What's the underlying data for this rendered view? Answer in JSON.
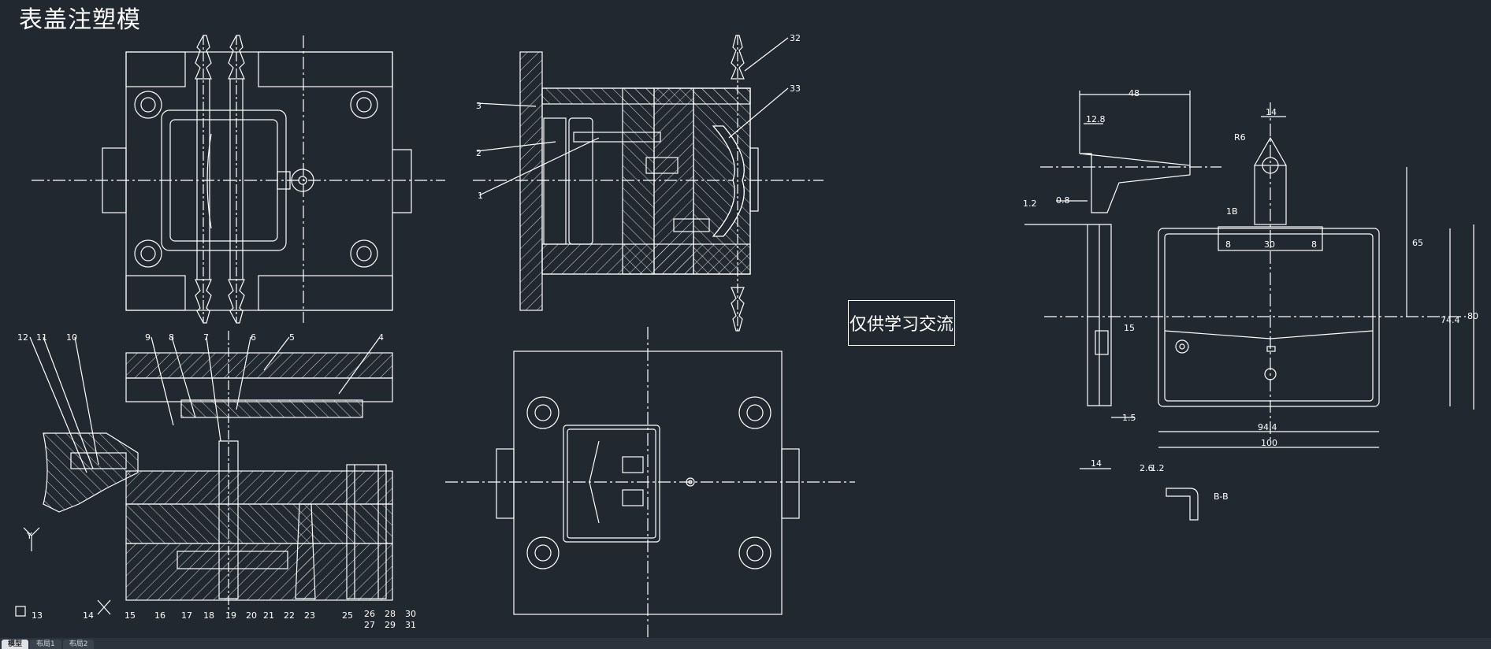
{
  "drawing": {
    "title": "表盖注塑模",
    "watermark": "仅供学习交流",
    "section_label": "B-B",
    "ucs_label": "Y",
    "part_numbers_top": [
      "3",
      "2",
      "1",
      "32",
      "33"
    ],
    "part_numbers_section": [
      "12",
      "11",
      "10",
      "9",
      "8",
      "7",
      "6",
      "5",
      "4",
      "13",
      "14",
      "15",
      "16",
      "17",
      "18",
      "19",
      "20",
      "21",
      "22",
      "23",
      "25",
      "26",
      "27",
      "28",
      "29",
      "30",
      "31"
    ],
    "dimensions": [
      "48",
      "14",
      "12.8",
      "R6",
      "1.2",
      "0.8",
      "1B",
      "8",
      "30",
      "8",
      "65",
      "74.4",
      "80",
      "15",
      "1.5",
      "94.4",
      "100",
      "14",
      "2.6",
      "1.2"
    ]
  },
  "tabs": [
    {
      "label": "模型",
      "active": true
    },
    {
      "label": "布局1",
      "active": false
    },
    {
      "label": "布局2",
      "active": false
    }
  ],
  "colors": {
    "background": "#212830",
    "lines": "#ffffff"
  }
}
